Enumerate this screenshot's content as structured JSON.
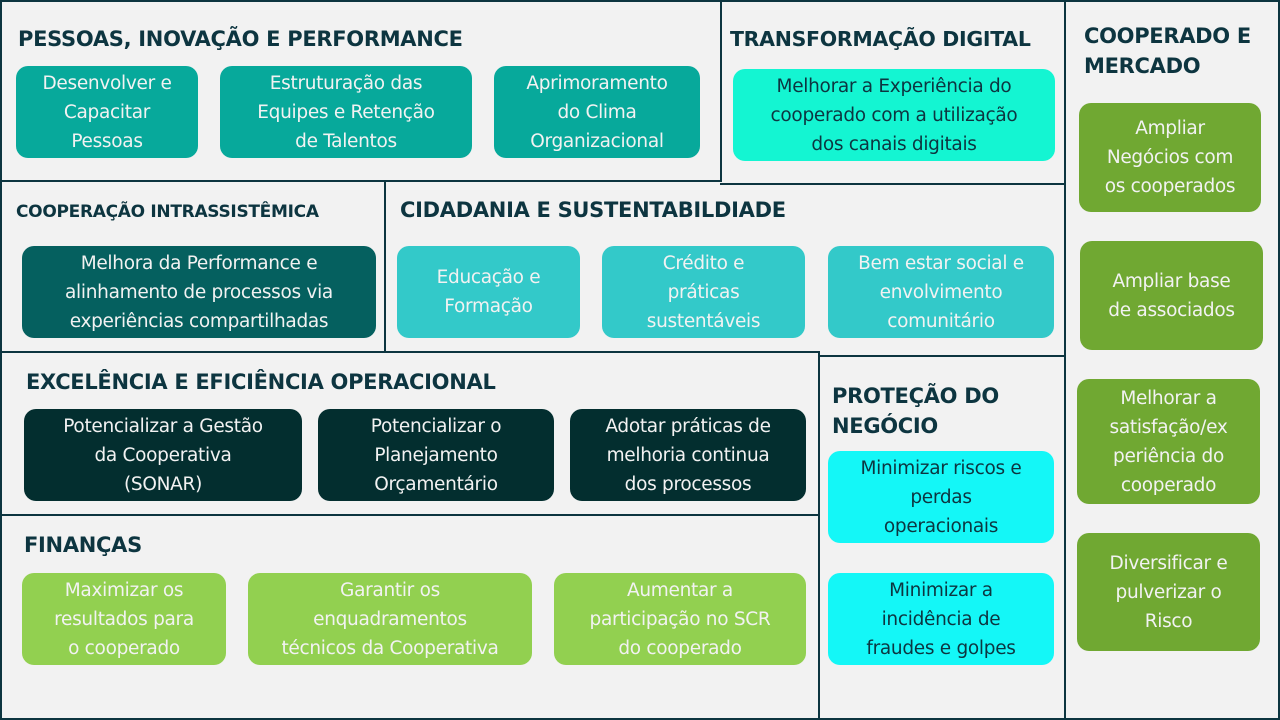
{
  "sections": {
    "pessoas": {
      "title": "PESSOAS, INOVAÇÃO E PERFORMANCE",
      "items": [
        "Desenvolver e\nCapacitar\nPessoas",
        "Estruturação das\nEquipes e Retenção\nde Talentos",
        "Aprimoramento\ndo Clima\nOrganizacional"
      ]
    },
    "transformacao": {
      "title": "TRANSFORMAÇÃO DIGITAL",
      "items": [
        "Melhorar a Experiência do\ncooperado com a utilização\ndos canais digitais"
      ]
    },
    "cooperado": {
      "title": "COOPERADO E\nMERCADO",
      "items": [
        "Ampliar\nNegócios com\nos cooperados",
        "Ampliar base\nde associados",
        "Melhorar a\nsatisfação/ex\nperiência do\ncooperado",
        "Diversificar e\npulverizar o\nRisco"
      ]
    },
    "cooperacao": {
      "title": "COOPERAÇÃO INTRASSISTÊMICA",
      "items": [
        "Melhora da Performance e\nalinhamento de processos via\nexperiências compartilhadas"
      ]
    },
    "cidadania": {
      "title": "CIDADANIA E SUSTENTABILDIADE",
      "items": [
        "Educação e\nFormação",
        "Crédito e\npráticas\nsustentáveis",
        "Bem estar social e\nenvolvimento\ncomunitário"
      ]
    },
    "excelencia": {
      "title": "EXCELÊNCIA E EFICIÊNCIA OPERACIONAL",
      "items": [
        "Potencializar a Gestão\nda Cooperativa\n(SONAR)",
        "Potencializar o\nPlanejamento\nOrçamentário",
        "Adotar práticas de\nmelhoria continua\ndos processos"
      ]
    },
    "protecao": {
      "title": "PROTEÇÃO DO\nNEGÓCIO",
      "items": [
        "Minimizar riscos e\nperdas\noperacionais",
        "Minimizar a\nincidência de\nfraudes e golpes"
      ]
    },
    "financas": {
      "title": "FINANÇAS",
      "items": [
        "Maximizar os\nresultados para\no cooperado",
        "Garantir os\nenquadramentos\ntécnicos da Cooperativa",
        "Aumentar a\nparticipação no SCR\ndo cooperado"
      ]
    }
  },
  "colors": {
    "border": "#0d3540",
    "teal": "#07a99b",
    "dark_teal": "#05605f",
    "light_teal": "#33c9c9",
    "mint": "#14f5d2",
    "cyan": "#14f7f7",
    "darkest": "#032e2f",
    "light_green": "#92d050",
    "dark_green": "#70a832"
  }
}
